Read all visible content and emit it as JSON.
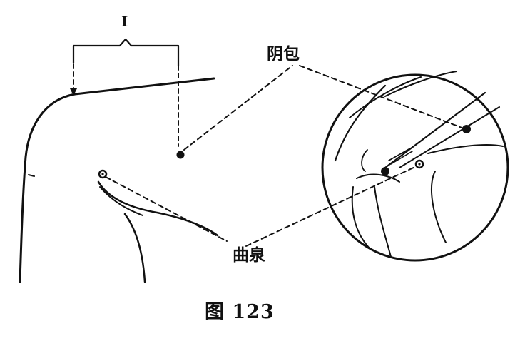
{
  "labels": {
    "yinbao": "阴包",
    "ququan": "曲泉",
    "measure": "I",
    "caption": "图 123"
  },
  "colors": {
    "ink": "#111111",
    "background": "#ffffff"
  },
  "points": [
    {
      "name": "阴包",
      "kind": "filled"
    },
    {
      "name": "曲泉",
      "kind": "open"
    }
  ]
}
